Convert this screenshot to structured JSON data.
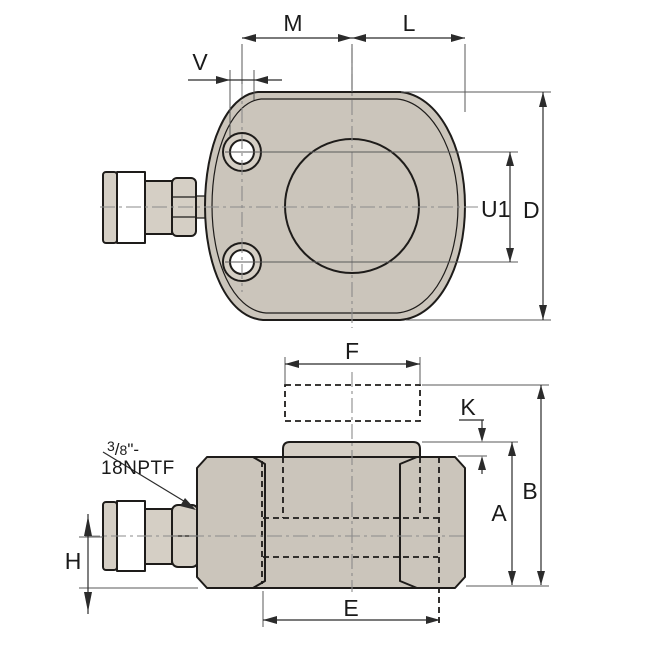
{
  "page": {
    "background": "#ffffff"
  },
  "colors": {
    "page_bg": "#ffffff",
    "outline": "#1e1c1a",
    "dim_line": "#2b2b2b",
    "ext_line": "#5a5a5a",
    "centerline": "#8b8b8b",
    "body_fill": "#cbc5bb",
    "body_fill_light": "#d5cfc5",
    "knurl_fill": "#ddd6c9",
    "knurl_line": "#b3aa97",
    "hole_fill": "#ffffff",
    "dashed_box_fill": "#d0cabf",
    "label_color": "#1a1a1a"
  },
  "top_view": {
    "dims": {
      "m": "M",
      "l": "L",
      "v": "V",
      "u1": "U1",
      "d": "D"
    }
  },
  "side_view": {
    "dims": {
      "f": "F",
      "k": "K",
      "a": "A",
      "b": "B",
      "e": "E",
      "h": "H"
    },
    "thread_callout": {
      "numerator": "3",
      "slash": "/",
      "denominator": "8",
      "suffix": "\"-",
      "line2": "18NPTF"
    }
  }
}
